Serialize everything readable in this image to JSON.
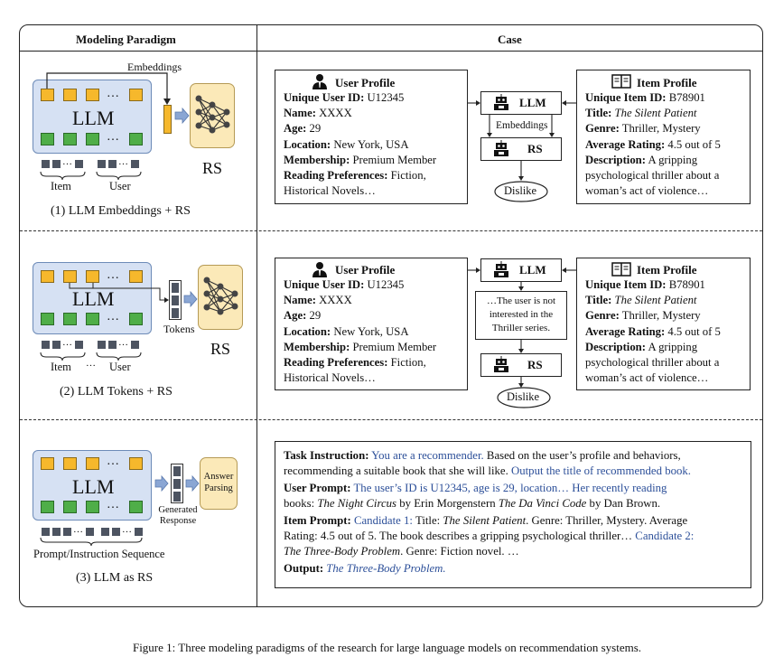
{
  "headers": {
    "paradigm": "Modeling Paradigm",
    "case": "Case"
  },
  "common": {
    "llm": "LLM",
    "rs": "RS",
    "dots": "…",
    "item": "Item",
    "user": "User"
  },
  "row1": {
    "embeddings_label": "Embeddings",
    "caption": "(1) LLM Embeddings + RS",
    "flow": {
      "llm": "LLM",
      "embeddings": "Embeddings",
      "rs": "RS",
      "output": "Dislike"
    }
  },
  "row2": {
    "tokens_label": "Tokens",
    "caption": "(2) LLM Tokens + RS",
    "flow": {
      "llm": "LLM",
      "message": "…The user is not interested in the Thriller series.",
      "rs": "RS",
      "output": "Dislike"
    }
  },
  "row3": {
    "sequence_label": "Prompt/Instruction Sequence",
    "generated_response": "Generated Response",
    "answer_parsing": "Answer Parsing",
    "caption": "(3) LLM as RS"
  },
  "user_profile": {
    "title": "User Profile",
    "id_label": "Unique User ID:",
    "id_value": "U12345",
    "name_label": "Name:",
    "name_value": "XXXX",
    "age_label": "Age:",
    "age_value": "29",
    "location_label": "Location:",
    "location_value": "New York, USA",
    "membership_label": "Membership:",
    "membership_value": "Premium Member",
    "pref_label": "Reading Preferences:",
    "pref_value_1": "Fiction,",
    "pref_value_2": "Historical Novels…"
  },
  "item_profile": {
    "title": "Item Profile",
    "id_label": "Unique Item ID:",
    "id_value": "B78901",
    "title_label": "Title:",
    "title_value": "The Silent Patient",
    "genre_label": "Genre:",
    "genre_value": "Thriller, Mystery",
    "rating_label": "Average Rating:",
    "rating_value": "4.5 out of 5",
    "desc_label": "Description:",
    "desc_value_1": "A gripping",
    "desc_value_2": "psychological thriller about a",
    "desc_value_3": "woman’s act of violence…"
  },
  "prompt": {
    "task_label": "Task Instruction:",
    "task_a": "You are a recommender.",
    "task_b": " Based on the user’s profile and behaviors,",
    "task_c": "recommending a suitable book that she will like.",
    "task_d": " Output the title of recommended book.",
    "user_label": "User Prompt:",
    "user_a": " The user’s ID is U12345, age is 29, location… Her recently reading",
    "user_b": "books: ",
    "user_c": "The Night Circus",
    "user_d": " by Erin Morgenstern ",
    "user_e": "The Da Vinci Code",
    "user_f": " by Dan Brown.",
    "item_label": "Item Prompt:",
    "item_a": " Candidate 1:",
    "item_b": " Title: ",
    "item_c": "The Silent Patient",
    "item_d": ". Genre: Thriller, Mystery. Average",
    "item_e": "Rating: 4.5 out of 5. The book describes a gripping psychological thriller… ",
    "item_f": "Candidate 2:",
    "item_g": "The Three-Body Problem",
    "item_h": ". Genre: Fiction novel. …",
    "output_label": "Output:",
    "output_value": " The Three-Body Problem."
  },
  "caption": "Figure 1: Three modeling paradigms of the research for large language models on recommendation systems."
}
